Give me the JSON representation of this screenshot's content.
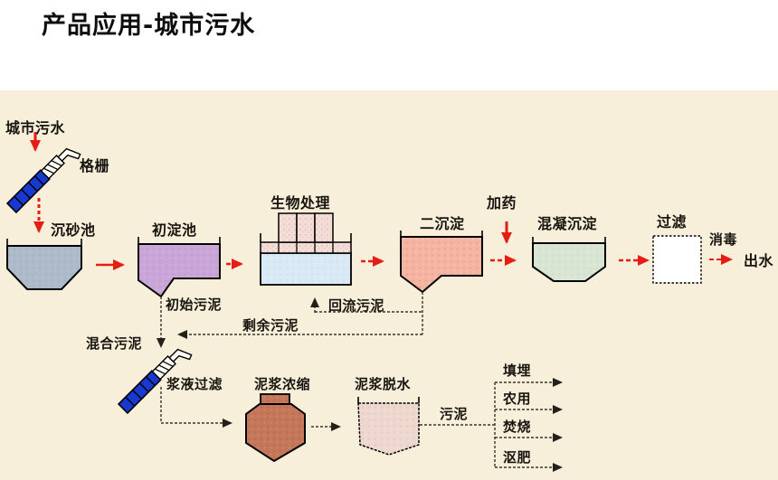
{
  "title": "产品应用-城市污水",
  "colors": {
    "panel_background": "#f8efdb",
    "arrow_red": "#e41e14",
    "line_dark": "#3a332b",
    "grit_chamber_fill": "#adbac9",
    "primary_tank_fill": "#c9a5d8",
    "bio_water_fill": "#d9e9f5",
    "bio_box_fill": "#f3ddd6",
    "secondary_tank_fill": "#f4b4a1",
    "coagulation_fill": "#d9e5d3",
    "filter_fill": "#ffffff",
    "thickener_fill": "#c5775a",
    "dewater_fill": "#eed7cf",
    "screen_blue": "#1839cf"
  },
  "flow": {
    "input_label": "城市污水",
    "screen_label": "格栅",
    "grit_chamber": "沉砂池",
    "primary_sedimentation": "初淀池",
    "biological_treatment": "生物处理",
    "secondary_sedimentation": "二沉淀",
    "dosing": "加药",
    "coagulation_sedimentation": "混凝沉淀",
    "filtration": "过滤",
    "disinfection": "消毒",
    "effluent": "出水"
  },
  "sludge": {
    "initial_sludge": "初始污泥",
    "return_sludge": "回流污泥",
    "excess_sludge": "剩余污泥",
    "mixed_sludge": "混合污泥",
    "slurry_filtration": "浆液过滤",
    "sludge_thickening": "泥浆浓缩",
    "sludge_dewatering": "泥浆脱水",
    "sludge_label": "污泥",
    "disposal": [
      "填埋",
      "农用",
      "焚烧",
      "沤肥"
    ]
  }
}
